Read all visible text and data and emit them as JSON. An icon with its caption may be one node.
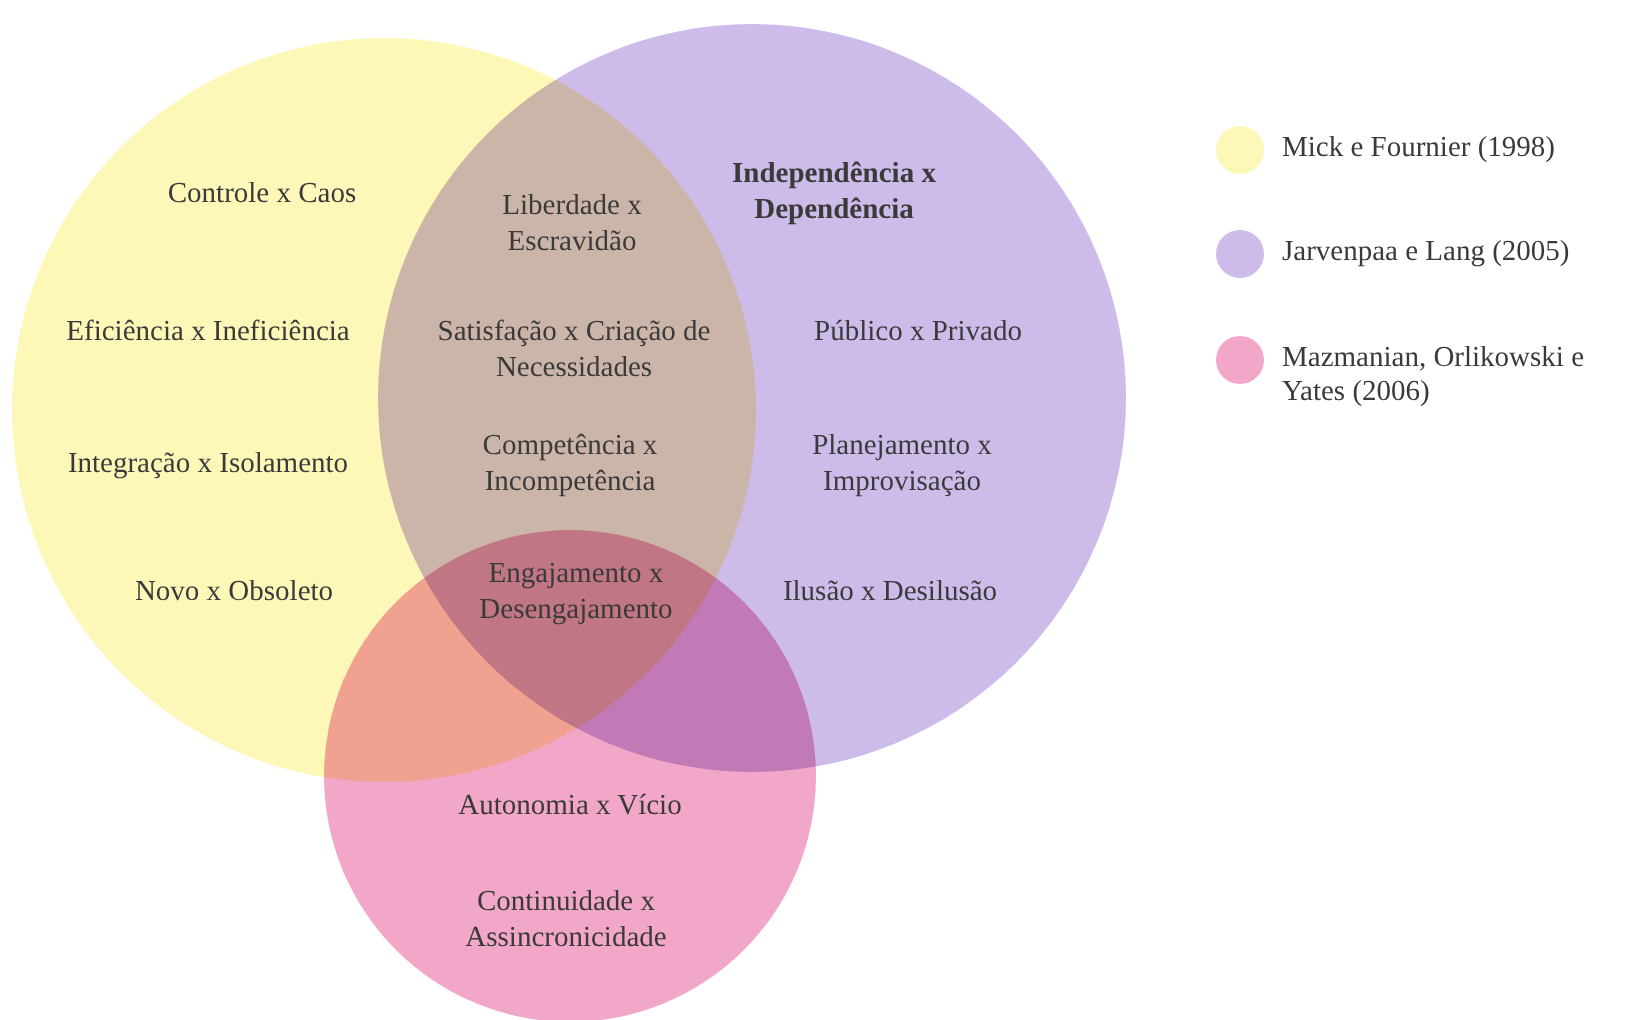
{
  "diagram": {
    "nodes": [
      {
        "text": [],
        "shape": "circle"
      },
      {
        "text": [],
        "shape": "circle"
      },
      {
        "text": [],
        "shape": "circle"
      }
    ],
    "labels": [
      "Controle x Caos",
      "Liberdade x Escravidão",
      "Independência x Dependência",
      "Eficiência x Ineficiência",
      "Satisfação x Criação de Necessidades",
      "Público x Privado",
      "Integração x Isolamento",
      "Competência x Incompetência",
      "Planejamento x Improvisação",
      "Novo x Obsoleto",
      "Engajamento x Desengajamento",
      "Ilusão x Desilusão",
      "Autonomia x Vício",
      "Continuidade x Assincronicidade"
    ],
    "legend": [
      {
        "text": "Mick e Fournier (1998)",
        "color": "#fdf7b8"
      },
      {
        "text": "Jarvenpaa e Lang (2005)",
        "color": "#cdbbe9"
      },
      {
        "text": "Mazmanian, Orlikowski e Yates (2006)",
        "color": "#f2a6c8"
      }
    ]
  }
}
